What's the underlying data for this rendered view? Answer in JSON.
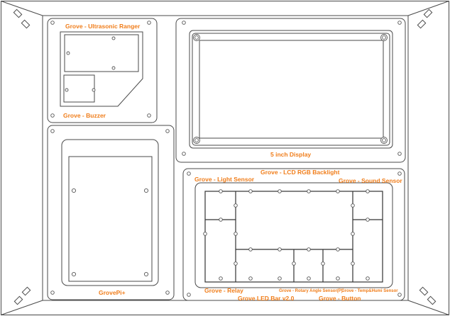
{
  "labels": {
    "ultrasonic": "Grove - Ultrasonic Ranger",
    "buzzer": "Grove - Buzzer",
    "display": "5 inch Display",
    "grovepi": "GrovePi+",
    "lcd": "Grove - LCD RGB Backlight",
    "light": "Grove - Light Sensor",
    "sound": "Grove - Sound Sensor",
    "relay": "Grove - Relay",
    "ledbar": "Grove LED Bar v2.0",
    "rotary": "Grove - Rotary Angle Sensor(P)",
    "temphumi": "Grove - Temp&Humi Sensor",
    "button": "Grove - Button"
  },
  "colors": {
    "label": "#f07d1a",
    "line": "#4a4a4a",
    "background": "#ffffff"
  }
}
